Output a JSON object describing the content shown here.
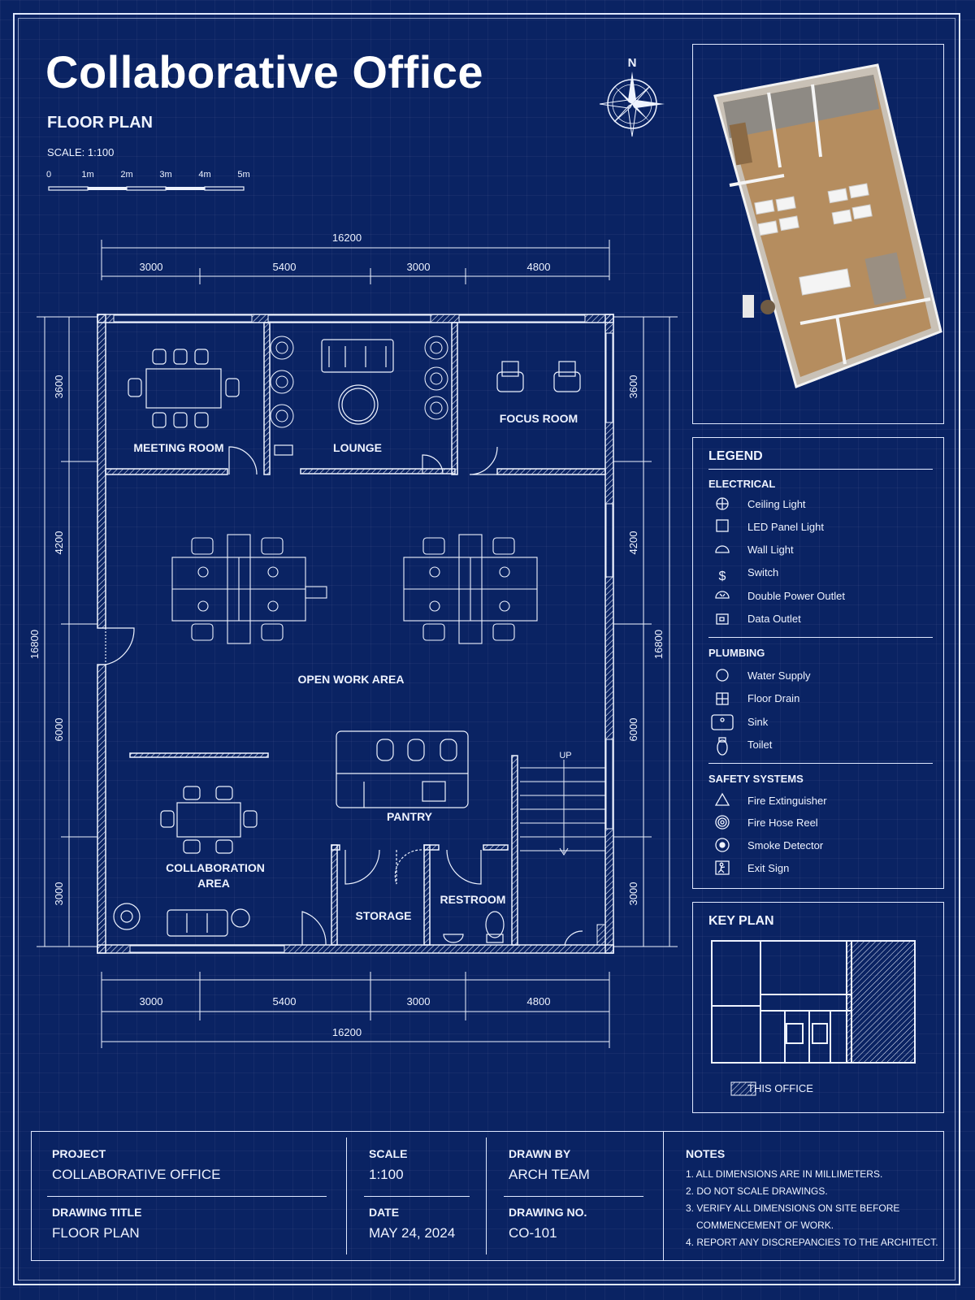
{
  "header": {
    "title": "Collaborative Office",
    "subtitle": "FLOOR PLAN",
    "scale_text": "SCALE: 1:100",
    "scale_bar_ticks": [
      "0",
      "1m",
      "2m",
      "3m",
      "4m",
      "5m"
    ],
    "north_label": "N"
  },
  "plan": {
    "dims_top": {
      "total": "16200",
      "segments": [
        "3000",
        "5400",
        "3000",
        "4800"
      ]
    },
    "dims_bottom": {
      "total": "16200",
      "segments": [
        "3000",
        "5400",
        "3000",
        "4800"
      ]
    },
    "dims_left": {
      "total": "16800",
      "segments": [
        "3600",
        "4200",
        "6000",
        "3000"
      ]
    },
    "dims_right": {
      "total": "16800",
      "segments": [
        "3600",
        "4200",
        "6000",
        "3000"
      ]
    },
    "rooms": {
      "meeting": "MEETING ROOM",
      "lounge": "LOUNGE",
      "focus": "FOCUS ROOM",
      "open": "OPEN WORK AREA",
      "pantry": "PANTRY",
      "collab_1": "COLLABORATION",
      "collab_2": "AREA",
      "storage": "STORAGE",
      "restroom": "RESTROOM"
    },
    "stair_label": "UP"
  },
  "legend": {
    "title": "LEGEND",
    "electrical": {
      "title": "ELECTRICAL",
      "items": [
        "Ceiling Light",
        "LED Panel Light",
        "Wall Light",
        "Switch",
        "Double Power Outlet",
        "Data Outlet"
      ]
    },
    "plumbing": {
      "title": "PLUMBING",
      "items": [
        "Water Supply",
        "Floor Drain",
        "Sink",
        "Toilet"
      ]
    },
    "safety": {
      "title": "SAFETY SYSTEMS",
      "items": [
        "Fire Extinguisher",
        "Fire Hose Reel",
        "Smoke Detector",
        "Exit Sign"
      ]
    },
    "switch_symbol": "$"
  },
  "keyplan": {
    "title": "KEY PLAN",
    "legend_label": "THIS OFFICE"
  },
  "titleblock": {
    "project_label": "PROJECT",
    "project_value": "COLLABORATIVE OFFICE",
    "drawing_title_label": "DRAWING TITLE",
    "drawing_title_value": "FLOOR PLAN",
    "scale_label": "SCALE",
    "scale_value": "1:100",
    "date_label": "DATE",
    "date_value": "MAY 24, 2024",
    "drawn_by_label": "DRAWN BY",
    "drawn_by_value": "ARCH TEAM",
    "drawing_no_label": "DRAWING NO.",
    "drawing_no_value": "CO-101",
    "notes_label": "NOTES",
    "notes": [
      "1. ALL DIMENSIONS ARE IN MILLIMETERS.",
      "2. DO NOT SCALE DRAWINGS.",
      "3. VERIFY ALL DIMENSIONS ON SITE BEFORE",
      "COMMENCEMENT OF WORK.",
      "4. REPORT ANY DISCREPANCIES TO THE ARCHITECT."
    ]
  },
  "colors": {
    "background": "#0a2363",
    "line": "#eef3ff",
    "floor_render": "#b58d5f"
  }
}
